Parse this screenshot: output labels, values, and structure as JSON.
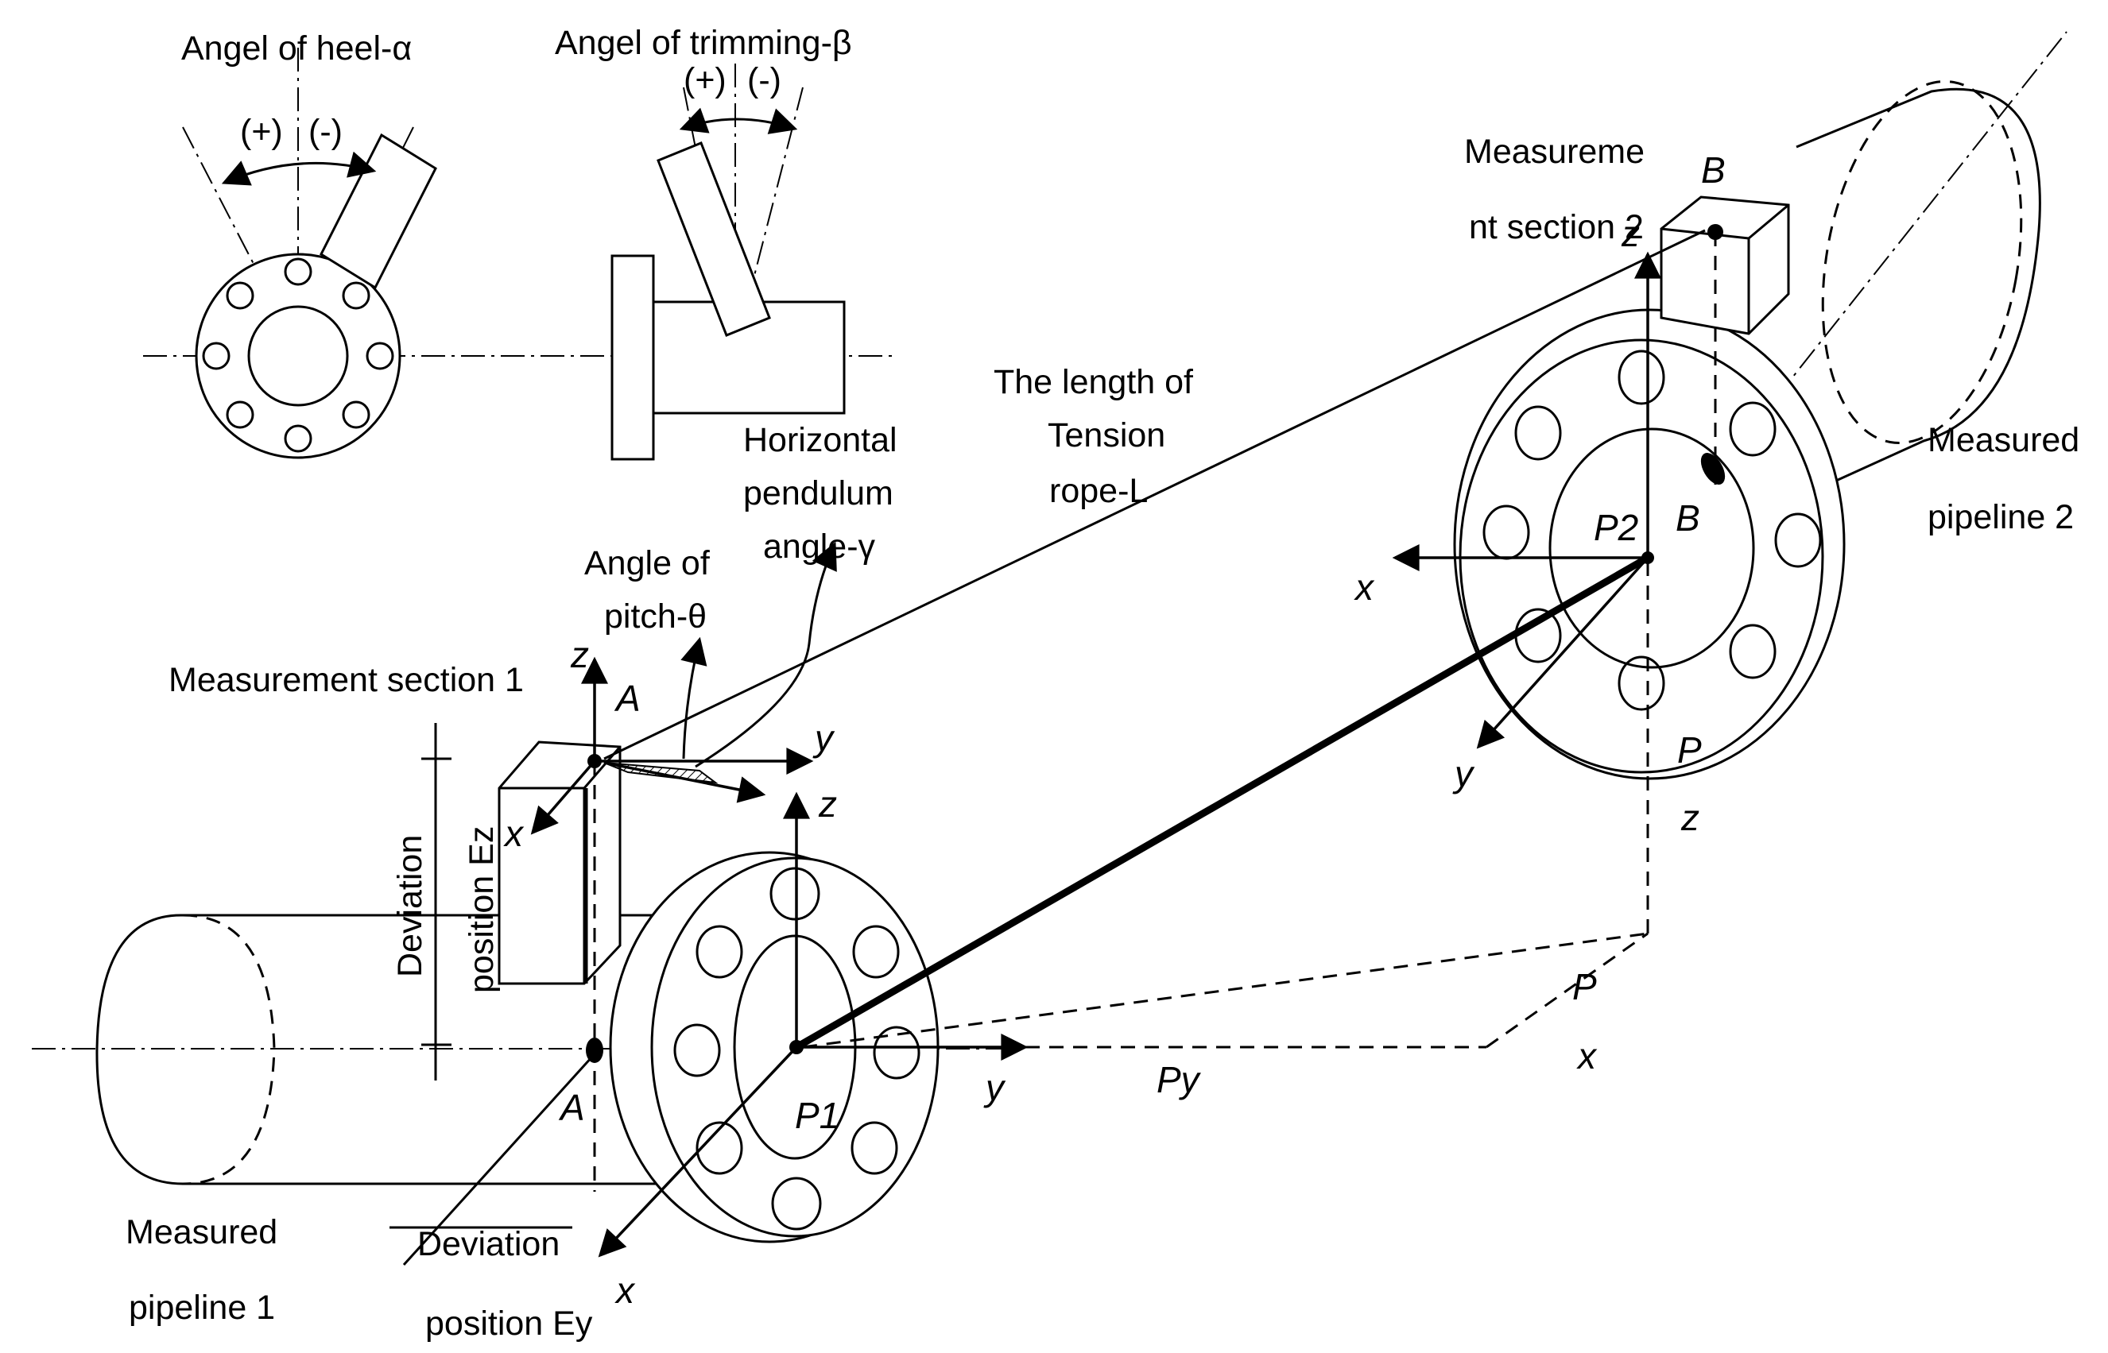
{
  "labels": {
    "angle_heel": "Angel of heel-α",
    "angle_trimming": "Angel of trimming-β",
    "heel_plus": "(+)",
    "heel_minus": "(-)",
    "trim_plus": "(+)",
    "trim_minus": "(-)",
    "tension_rope_line1": "The length of",
    "tension_rope_line2": "Tension",
    "tension_rope_line3": "rope-L",
    "horizontal_line1": "Horizontal",
    "horizontal_line2": "pendulum",
    "horizontal_line3": "angle-γ",
    "pitch_line1": "Angle of",
    "pitch_line2": "pitch-θ",
    "meas_section1": "Measurement section 1",
    "meas_section2_line1": "Measureme",
    "meas_section2_line2": "nt section 2",
    "measured_pipeline2_line1": "Measured",
    "measured_pipeline2_line2": "pipeline 2",
    "measured_pipeline1_line1": "Measured",
    "measured_pipeline1_line2": "pipeline 1",
    "deviation_ez_line1": "Deviation",
    "deviation_ez_line2": "position Ez",
    "deviation_ey_line1": "Deviation",
    "deviation_ey_line2": "position Ey"
  },
  "points": {
    "A": "A",
    "A_prime": "A",
    "B": "B",
    "B_prime": "B",
    "P1": "P1",
    "P2": "P2",
    "Py": "Py",
    "Pz_p": "P",
    "Pz_z": "z",
    "Px_p": "P",
    "Px_x": "x"
  },
  "axes": {
    "A_z": "z",
    "A_y": "y",
    "A_x": "x",
    "P1_z": "z",
    "P1_y": "y",
    "P1_x": "x",
    "P2_z": "z",
    "P2_x": "x",
    "P2_y": "y"
  }
}
